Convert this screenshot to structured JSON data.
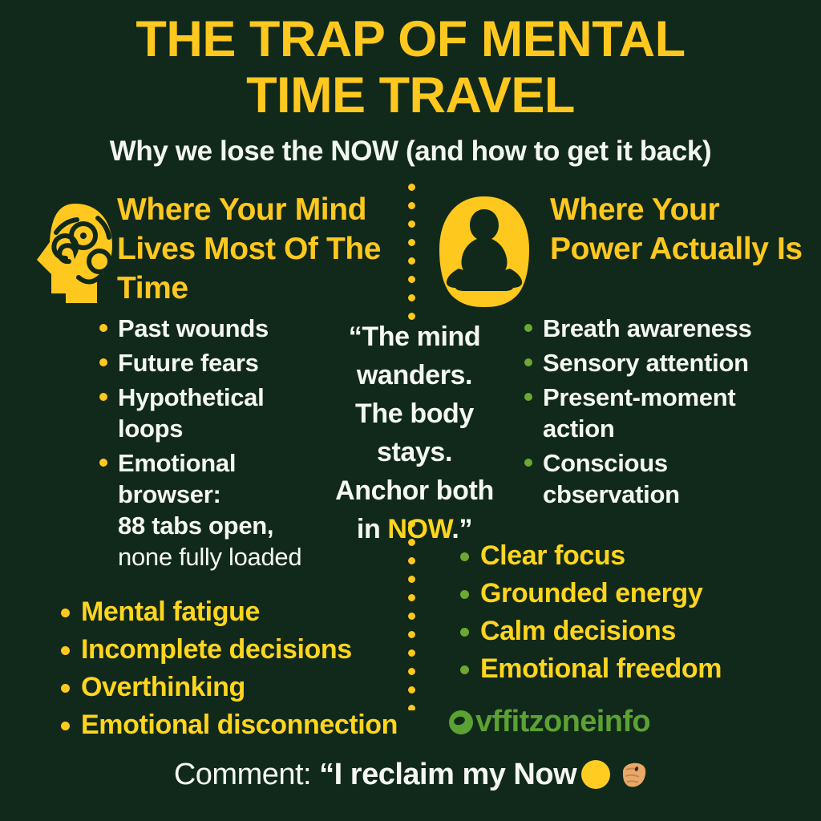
{
  "colors": {
    "background": "#11291b",
    "yellow": "#FFC81E",
    "yellow_bright": "#FFD51E",
    "white": "#f4f7f2",
    "green_bullet": "#6CA832",
    "watermark_green": "#5CA233"
  },
  "header": {
    "title_line1": "THE TRAP OF MENTAL",
    "title_line2": "TIME TRAVEL",
    "subtitle": "Why we lose the NOW (and how to get it back)"
  },
  "left_column": {
    "icon": "confused-head-icon",
    "heading": "Where Your Mind Lives Most Of The Time",
    "items": [
      "Past wounds",
      "Future fears",
      "Hypothetical loops"
    ],
    "emotional_browser_label": "Emotional browser:",
    "emotional_browser_note": "88 tabs open,",
    "emotional_browser_note2": "none fully loaded",
    "consequences": [
      "Mental fatigue",
      "Incomplete decisions",
      "Overthinking",
      "Emotional disconnection"
    ]
  },
  "center": {
    "quote_line1": "“The mind",
    "quote_line2": "wanders.",
    "quote_line3": "The body stays.",
    "quote_line4": "Anchor both",
    "quote_line5_prefix": "in ",
    "quote_line5_now": "NOW",
    "quote_line5_suffix": ".”"
  },
  "right_column": {
    "icon": "meditation-lotus-icon",
    "heading": "Where Your Power Actually Is",
    "items": [
      "Breath awareness",
      "Sensory attention",
      "Present-moment action",
      "Conscious cbservation"
    ],
    "benefits": [
      "Clear focus",
      "Grounded energy",
      "Calm decisions",
      "Emotional freedom"
    ]
  },
  "watermark": {
    "handle": "vffitzoneinfo"
  },
  "footer": {
    "prefix": "Comment: ",
    "quote": "“I reclaim my Now",
    "emoji1": "yellow-circle-emoji",
    "emoji2": "fist-emoji"
  }
}
